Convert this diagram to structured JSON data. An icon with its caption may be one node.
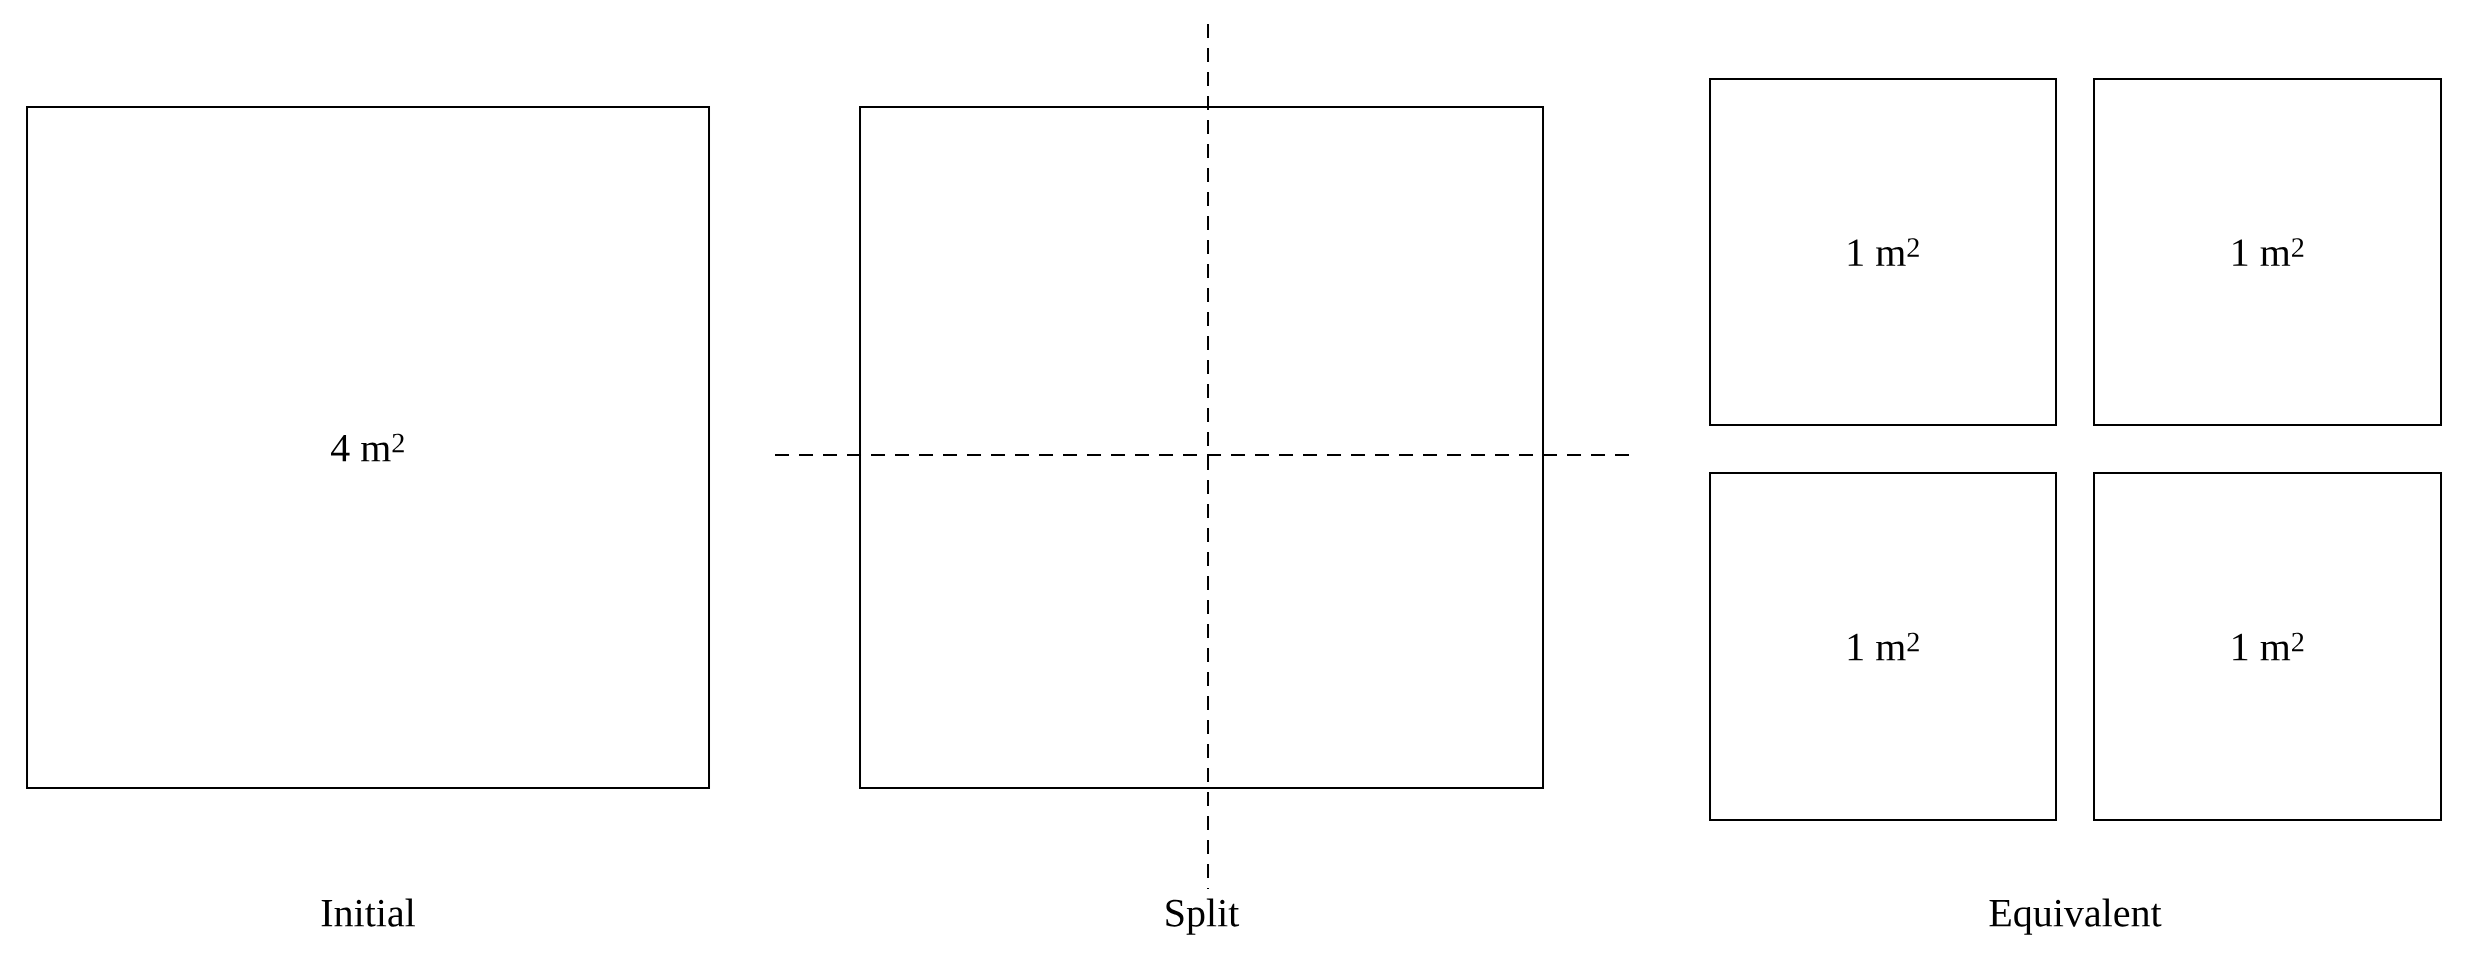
{
  "diagram": {
    "nodes": [
      {
        "text": [
          "4 m$^{2}$"
        ],
        "beside": [
          "Initial"
        ]
      },
      {
        "text": [],
        "shape": "box",
        "beside": [
          "Split"
        ]
      },
      {
        "text": [
          "1 m$^{2}$"
        ]
      },
      {
        "text": [
          "1 m$^{2}$"
        ]
      },
      {
        "text": [
          "1 m$^{2}$"
        ]
      },
      {
        "text": [
          "1 m$^{2}$"
        ]
      }
    ],
    "labels": [
      "Equivalent"
    ]
  }
}
